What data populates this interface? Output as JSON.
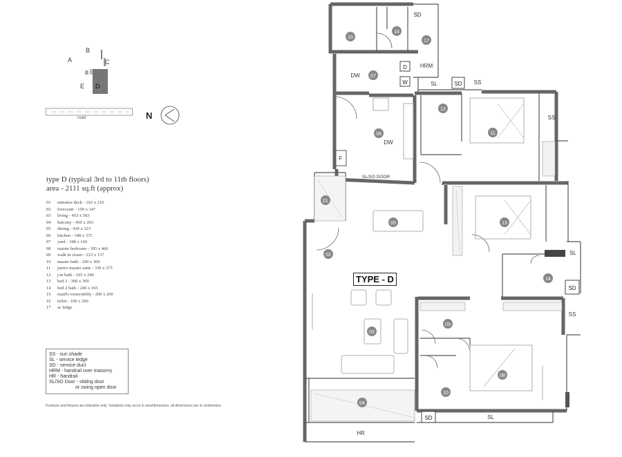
{
  "keyplan": {
    "blocks": [
      "A",
      "B",
      "C",
      "E",
      "D"
    ],
    "road_label": "road",
    "north": "N"
  },
  "title": "type D (typical 3rd to 11th floors)",
  "area": "area - 2111 sq.ft (approx)",
  "rooms": [
    {
      "num": "01",
      "desc": "entrance deck - 162 x 210"
    },
    {
      "num": "02",
      "desc": "forecourt - 150 x 147"
    },
    {
      "num": "03",
      "desc": "living - 453 x 503"
    },
    {
      "num": "04",
      "desc": "balcony - 450 x 203"
    },
    {
      "num": "05",
      "desc": "dining - 430 x 323"
    },
    {
      "num": "06",
      "desc": "kitchen - 348 x 375"
    },
    {
      "num": "07",
      "desc": "yard - 348 x 160"
    },
    {
      "num": "08",
      "desc": "master bedroom - 395 x 460"
    },
    {
      "num": "09",
      "desc": "walk in closet - 223 x 137"
    },
    {
      "num": "10",
      "desc": "master bath - 200 x 300"
    },
    {
      "num": "11",
      "desc": "junior master suite - 330 x 375"
    },
    {
      "num": "12",
      "desc": "j.m bath - 165 x 240"
    },
    {
      "num": "13",
      "desc": "bed 2 - 390 x 300"
    },
    {
      "num": "14",
      "desc": "bed 2 bath - 240 x 165"
    },
    {
      "num": "15",
      "desc": "maid's room/utility - 200 x 200"
    },
    {
      "num": "16",
      "desc": "toilet - 100 x 200"
    },
    {
      "num": "17",
      "desc": "ac ledge"
    }
  ],
  "abbreviations": [
    "SS - sun shade",
    "SL - service ledge",
    "SD - service duct",
    "HRM - handrail over masonry",
    "HR - handrail",
    "SL/SO Door - sliding door",
    "or swing open door"
  ],
  "disclaimer": "Furniture and fixtures are indicative only. Variations may occur in area/dimension, all dimensions are in centimeters",
  "plan": {
    "type_label": "TYPE - D",
    "labels": {
      "sd": "SD",
      "ss": "SS",
      "sl": "SL",
      "hrm": "HRM",
      "hr": "HR",
      "dw": "DW",
      "d": "D",
      "w": "W",
      "f": "F",
      "slso": "SL/SO DOOR"
    }
  }
}
